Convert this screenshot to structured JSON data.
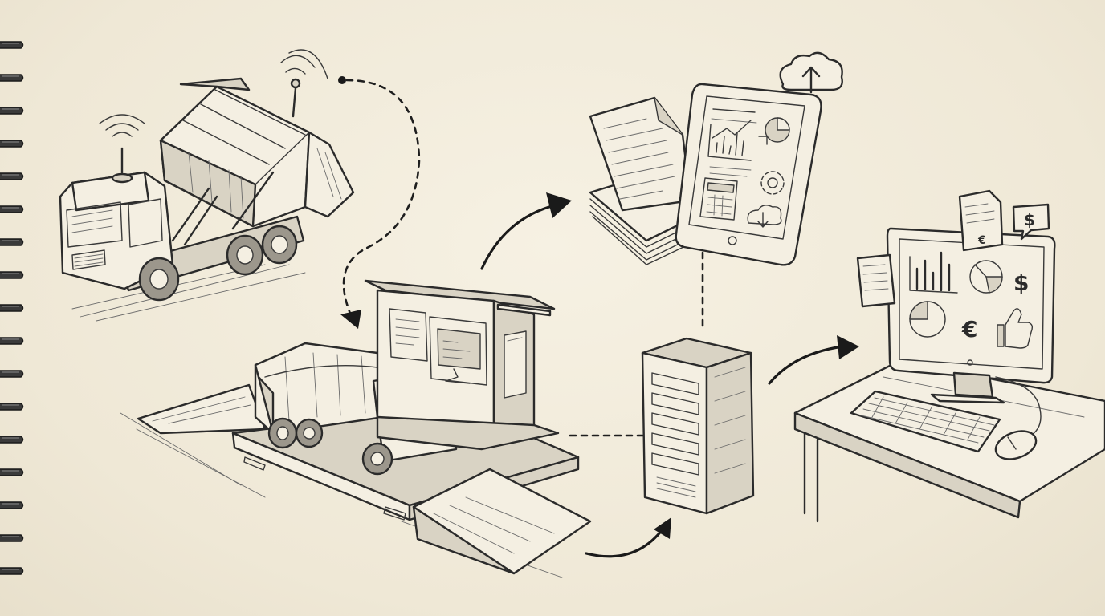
{
  "symbols": {
    "dollar": "$",
    "euro": "€",
    "euro_note": "€",
    "dollar_bubble": "$"
  },
  "colors": {
    "paper": "#f2ecdc",
    "ink": "#2b2b2b",
    "shade": "#d9d3c4"
  },
  "icons": [
    "spiral-binding",
    "hook-lift-truck",
    "weighbridge-scale",
    "garbage-truck",
    "scale-house-kiosk",
    "documents-stack",
    "tablet",
    "cloud-upload-icon",
    "server-rack",
    "desktop-computer",
    "keyboard",
    "mouse",
    "thumbs-up-icon",
    "pie-chart-icon",
    "bar-chart-icon",
    "calculator-icon",
    "gear-icon"
  ]
}
